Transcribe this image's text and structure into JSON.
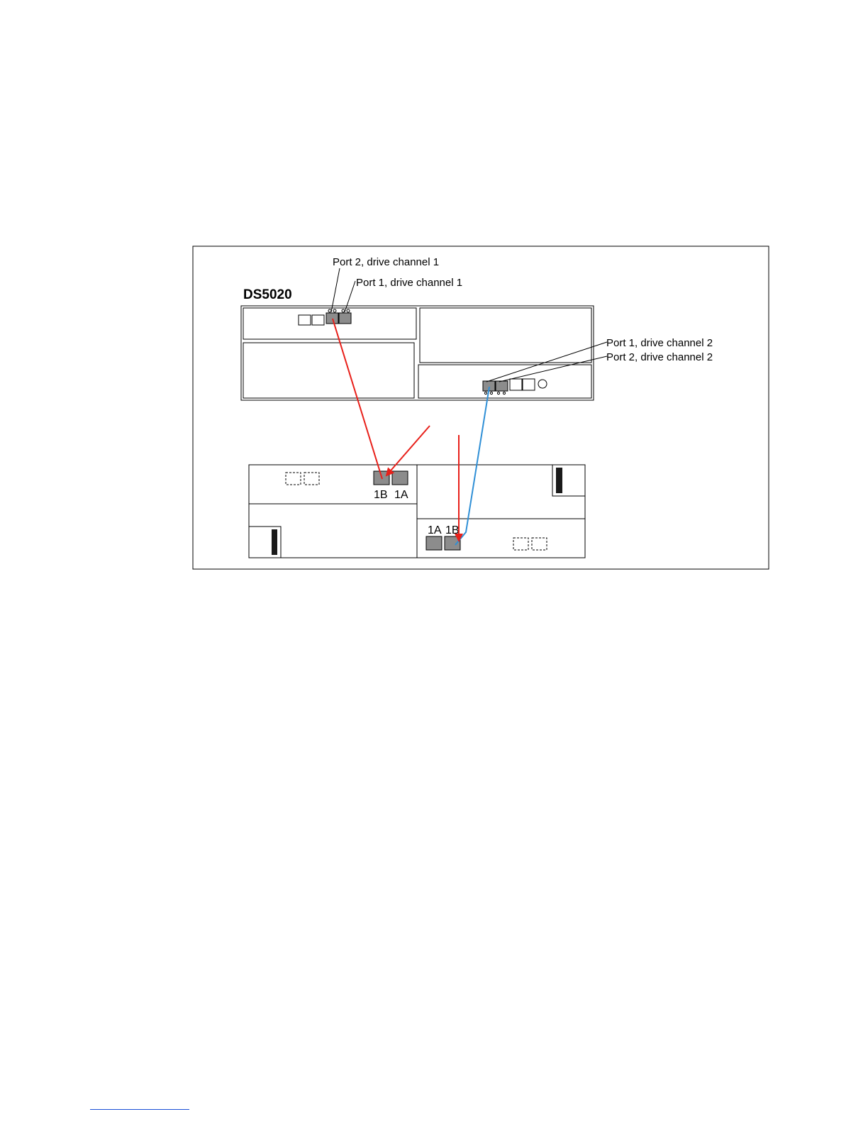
{
  "figure": {
    "title": "DS5020",
    "callouts": {
      "port2_ch1": "Port 2, drive channel 1",
      "port1_ch1": "Port 1, drive channel 1",
      "port1_ch2": "Port 1, drive channel 2",
      "port2_ch2": "Port 2, drive channel 2"
    },
    "expansion_ports": {
      "left_1b": "1B",
      "left_1a": "1A",
      "right_1a": "1A",
      "right_1b": "1B"
    }
  },
  "colors": {
    "red_cable": "#e8201a",
    "blue_cable": "#2f8fd6",
    "port_fill": "#8c8c8c",
    "line": "#000000"
  }
}
